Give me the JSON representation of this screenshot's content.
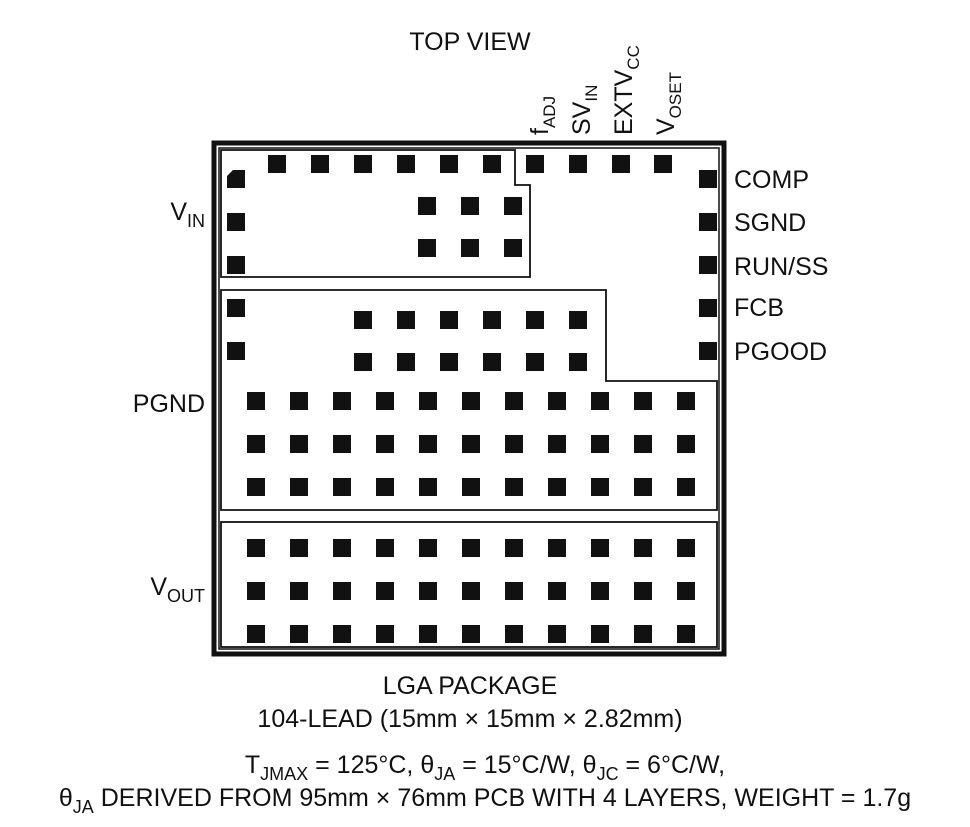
{
  "header": {
    "title": "TOP VIEW"
  },
  "top_pins": [
    {
      "main": "f",
      "sub": "ADJ"
    },
    {
      "main": "SV",
      "sub": "IN"
    },
    {
      "main": "EXTV",
      "sub": "CC"
    },
    {
      "main": "V",
      "sub": "OSET"
    }
  ],
  "right_pins": [
    "COMP",
    "SGND",
    "RUN/SS",
    "FCB",
    "PGOOD"
  ],
  "left_labels": {
    "vin": {
      "main": "V",
      "sub": "IN"
    },
    "pgnd": {
      "main": "PGND",
      "sub": ""
    },
    "vout": {
      "main": "V",
      "sub": "OUT"
    }
  },
  "footer": {
    "package": "LGA PACKAGE",
    "leads": "104-LEAD (15mm × 15mm × 2.82mm)",
    "line3": [
      {
        "t": "T",
        "sub": false
      },
      {
        "t": "JMAX",
        "sub": true
      },
      {
        "t": " = 125°C, θ",
        "sub": false
      },
      {
        "t": "JA",
        "sub": true
      },
      {
        "t": " = 15°C/W, θ",
        "sub": false
      },
      {
        "t": "JC",
        "sub": true
      },
      {
        "t": " = 6°C/W,",
        "sub": false
      }
    ],
    "line4": [
      {
        "t": "θ",
        "sub": false
      },
      {
        "t": "JA",
        "sub": true
      },
      {
        "t": " DERIVED FROM 95mm × 76mm PCB WITH 4 LAYERS, WEIGHT = 1.7g",
        "sub": false
      }
    ]
  }
}
